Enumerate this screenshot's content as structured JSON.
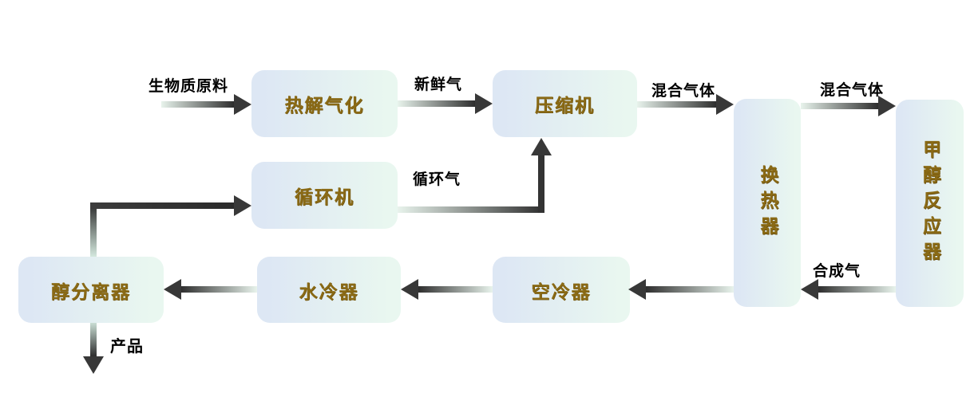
{
  "diagram": {
    "background": "#ffffff",
    "colors": {
      "node_fill_left": "#dde7f4",
      "node_fill_right": "#e9f7f0",
      "node_text": "#8a6a15",
      "arrow_dark": "#383838",
      "arrow_light": "#e8f3ec",
      "label_text": "#000000"
    },
    "nodes": [
      {
        "id": "pyrolysis-gasifier",
        "label": "热解气化",
        "orientation": "horizontal"
      },
      {
        "id": "compressor",
        "label": "压缩机",
        "orientation": "horizontal"
      },
      {
        "id": "heat-exchanger",
        "label": "换热器",
        "orientation": "vertical"
      },
      {
        "id": "methanol-reactor",
        "label": "甲醇反应器",
        "orientation": "vertical"
      },
      {
        "id": "recycle-compressor",
        "label": "循环机",
        "orientation": "horizontal"
      },
      {
        "id": "alcohol-separator",
        "label": "醇分离器",
        "orientation": "horizontal"
      },
      {
        "id": "water-cooler",
        "label": "水冷器",
        "orientation": "horizontal"
      },
      {
        "id": "air-cooler",
        "label": "空冷器",
        "orientation": "horizontal"
      }
    ],
    "stream_labels": {
      "biomass_feed": "生物质原料",
      "fresh_gas": "新鲜气",
      "mixed_gas_1": "混合气体",
      "mixed_gas_2": "混合气体",
      "recycle_gas": "循环气",
      "syngas": "合成气",
      "product": "产品"
    }
  }
}
